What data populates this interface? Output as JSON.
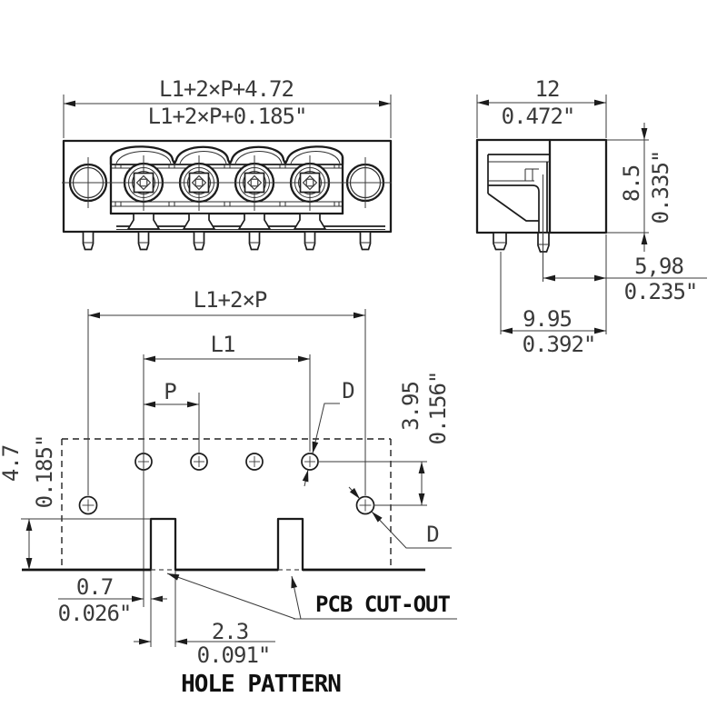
{
  "drawing": {
    "type": "connector-dimension-drawing",
    "colors": {
      "line": "#1c1c1c",
      "dim_text": "#3a3a3a",
      "label_text": "#101010",
      "background": "#ffffff"
    },
    "front_view": {
      "overall_mm": "L1+2×P+4.72",
      "overall_inch": "L1+2×P+0.185\""
    },
    "side_view": {
      "width_mm": "12",
      "width_inch": "0.472\"",
      "height_mm": "8.5",
      "height_inch": "0.335\"",
      "pin_to_edge_mm": "5,98",
      "pin_to_edge_inch": "0.235\"",
      "pins_span_mm": "9.95",
      "pins_span_inch": "0.392\""
    },
    "hole_pattern": {
      "overall": "L1+2×P",
      "inner_span": "L1",
      "pitch": "P",
      "hole_dia": "D",
      "row_offset_mm": "3.95",
      "row_offset_inch": "0.156\"",
      "cutout_height_mm": "4.7",
      "cutout_height_inch": "0.185\"",
      "hole_to_cutout_mm": "0.7",
      "hole_to_cutout_inch": "0.026\"",
      "cutout_width_mm": "2.3",
      "cutout_width_inch": "0.091\"",
      "cutout_label": "PCB CUT-OUT",
      "title": "HOLE PATTERN"
    }
  }
}
